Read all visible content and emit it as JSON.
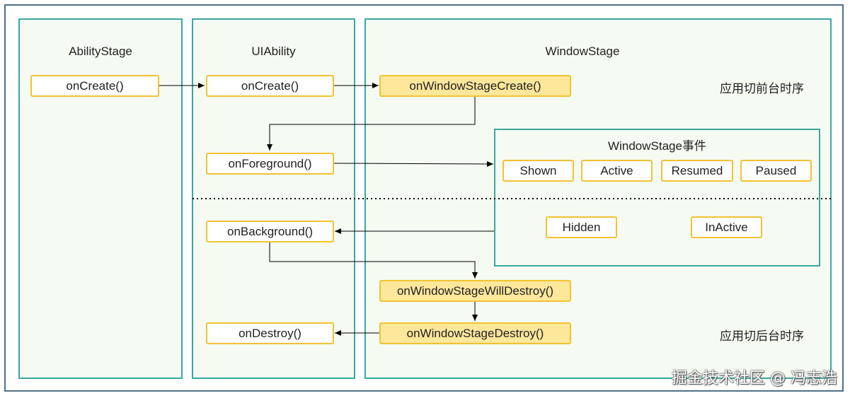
{
  "lanes": {
    "ability_stage": {
      "title": "AbilityStage"
    },
    "ui_ability": {
      "title": "UIAbility"
    },
    "window_stage": {
      "title": "WindowStage"
    }
  },
  "nodes": {
    "stage_on_create": "onCreate()",
    "ability_on_create": "onCreate()",
    "on_foreground": "onForeground()",
    "on_background": "onBackground()",
    "on_destroy": "onDestroy()",
    "on_window_stage_create": "onWindowStageCreate()",
    "on_window_stage_will_destroy": "onWindowStageWillDestroy()",
    "on_window_stage_destroy": "onWindowStageDestroy()"
  },
  "events": {
    "title": "WindowStage事件",
    "items": [
      "Shown",
      "Active",
      "Resumed",
      "Paused",
      "Hidden",
      "InActive"
    ]
  },
  "labels": {
    "foreground_sequence": "应用切前台时序",
    "background_sequence": "应用切后台时序"
  },
  "watermark": "掘金技术社区 @ 冯志浩",
  "colors": {
    "lane_border": "#3aa8a0",
    "lane_fill": "#f5faf3",
    "node_border": "#f2c233",
    "node_highlight": "#fde79b",
    "frame_border": "#52708a"
  }
}
